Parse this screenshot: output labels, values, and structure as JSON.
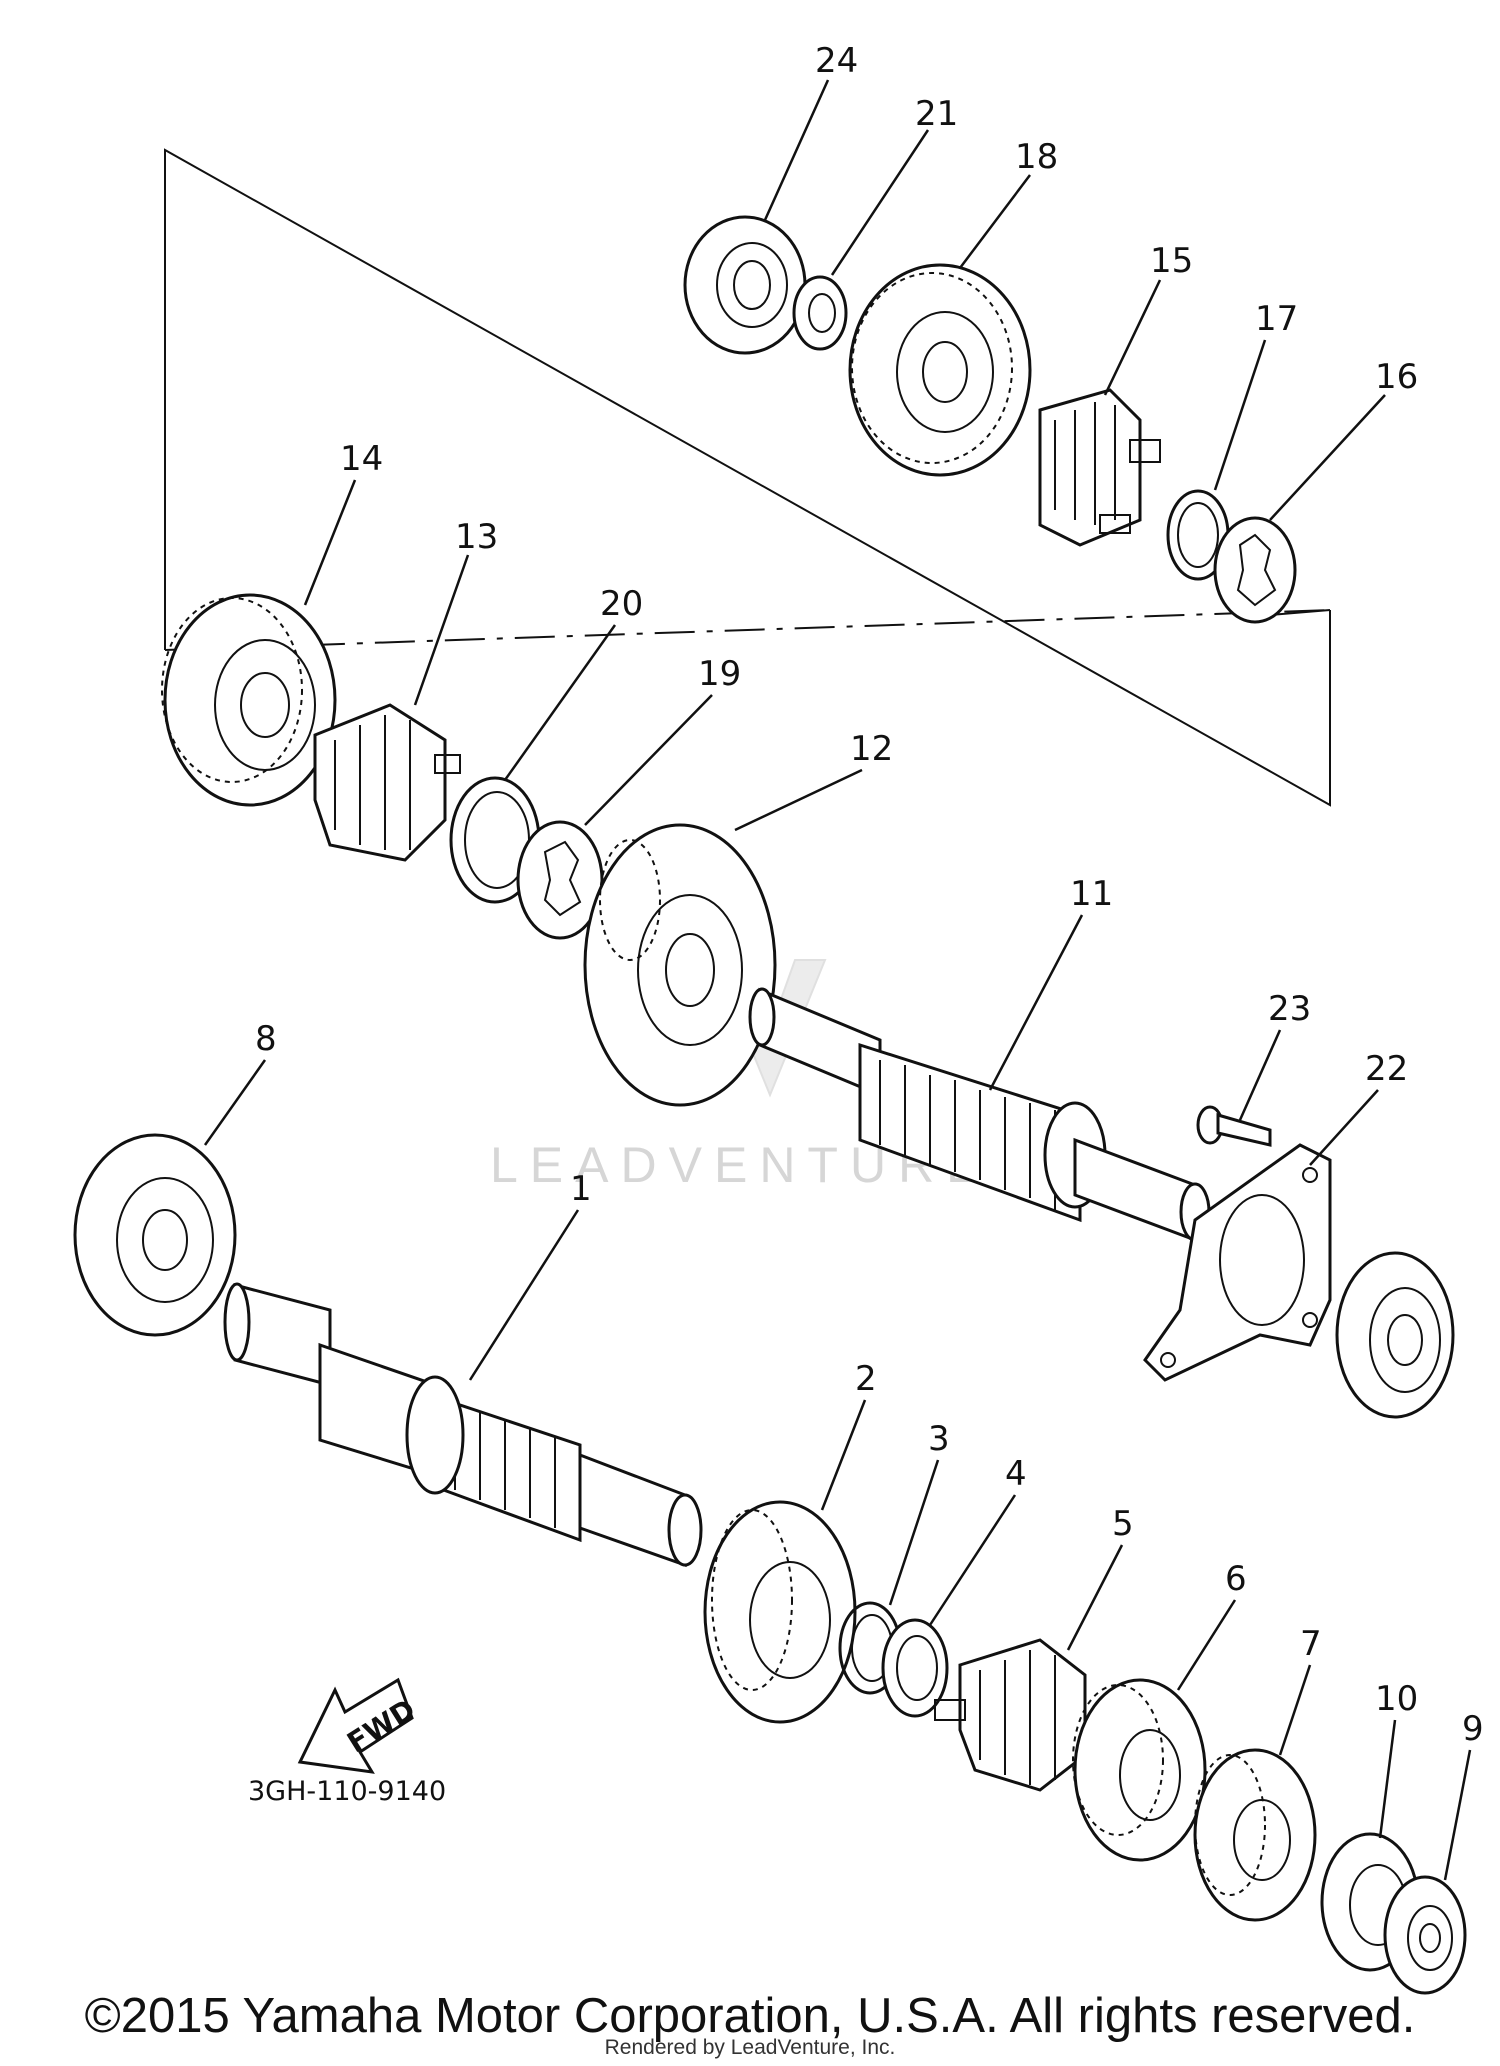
{
  "diagram": {
    "part_numbers": [
      "1",
      "2",
      "3",
      "4",
      "5",
      "6",
      "7",
      "8",
      "9",
      "10",
      "11",
      "12",
      "13",
      "14",
      "15",
      "16",
      "17",
      "18",
      "19",
      "20",
      "21",
      "22",
      "23",
      "24"
    ],
    "direction_label": "FWD",
    "drawing_code": "3GH-110-9140",
    "watermark": "LEADVENTURE"
  },
  "footer": {
    "copyright": "©2015 Yamaha Motor Corporation, U.S.A. All rights reserved.",
    "rendered_by": "Rendered by LeadVenture, Inc."
  }
}
